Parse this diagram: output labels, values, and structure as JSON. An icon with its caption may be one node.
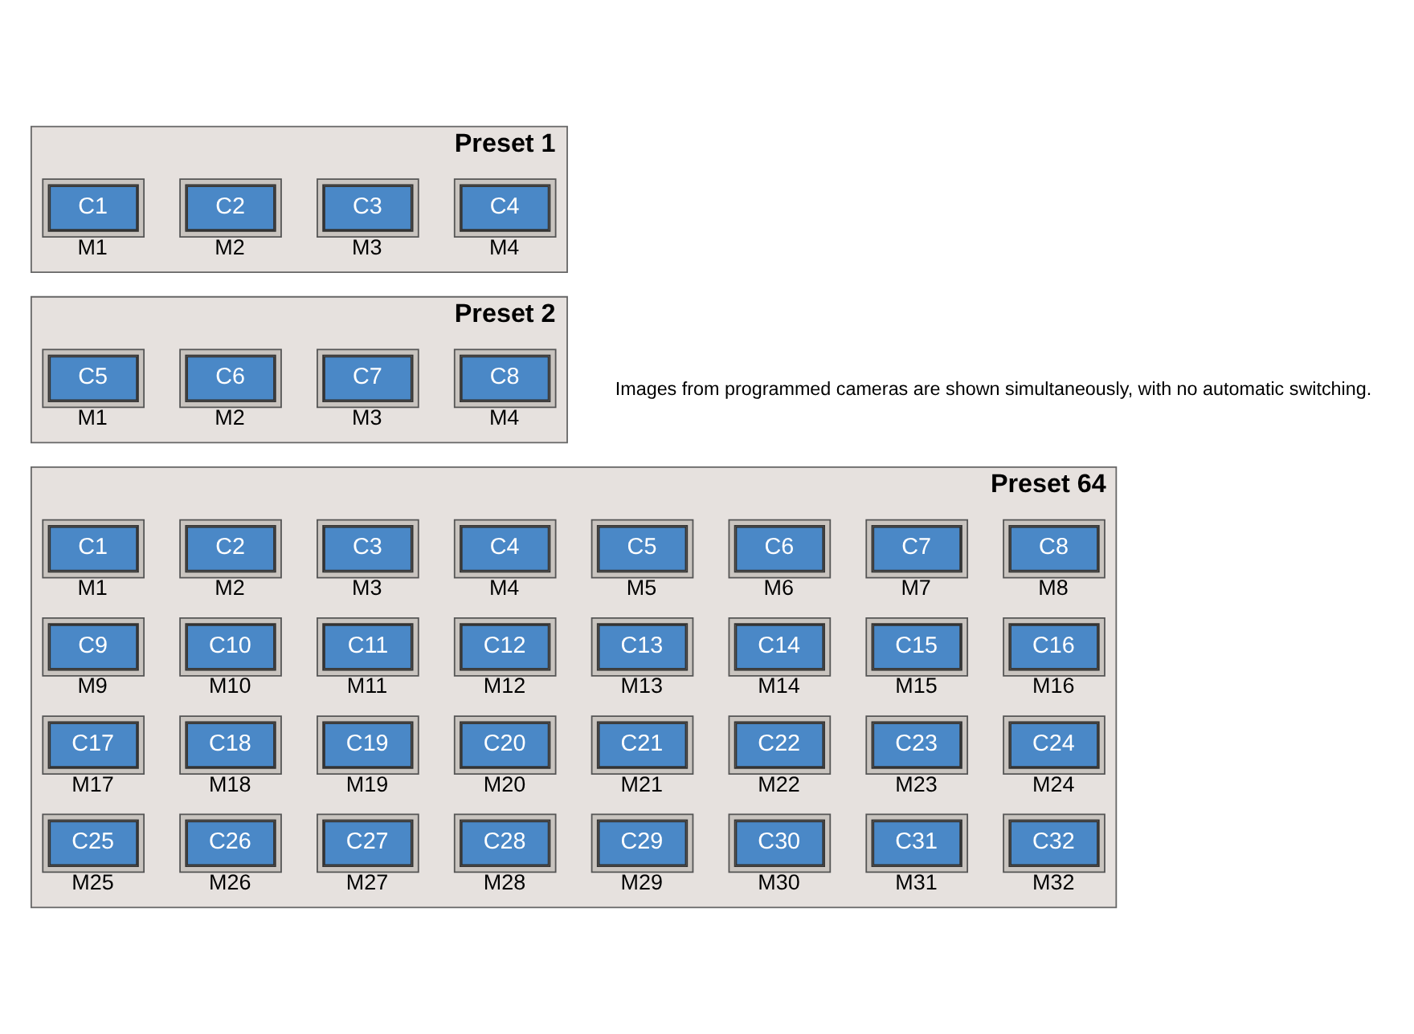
{
  "diagram": {
    "nodes": [
      {
        "text": [
          "Preset 1"
        ]
      },
      {
        "text": [
          "C1"
        ],
        "beside": [
          "M1"
        ],
        "in": 0
      },
      {
        "text": [
          "C2"
        ],
        "beside": [
          "M2"
        ],
        "in": 0
      },
      {
        "text": [
          "C3"
        ],
        "beside": [
          "M3"
        ],
        "in": 0
      },
      {
        "text": [
          "C4"
        ],
        "beside": [
          "M4"
        ],
        "in": 0
      },
      {
        "text": [
          "Preset 2"
        ]
      },
      {
        "text": [
          "C5"
        ],
        "beside": [
          "M1"
        ],
        "in": 5
      },
      {
        "text": [
          "C6"
        ],
        "beside": [
          "M2"
        ],
        "in": 5
      },
      {
        "text": [
          "C7"
        ],
        "beside": [
          "M3"
        ],
        "in": 5
      },
      {
        "text": [
          "C8"
        ],
        "beside": [
          "M4"
        ],
        "in": 5
      },
      {
        "text": [
          "Preset 64"
        ]
      },
      {
        "text": [
          "C1"
        ],
        "beside": [
          "M1"
        ],
        "in": 10
      },
      {
        "text": [
          "C2"
        ],
        "beside": [
          "M2"
        ],
        "in": 10
      },
      {
        "text": [
          "C3"
        ],
        "beside": [
          "M3"
        ],
        "in": 10
      },
      {
        "text": [
          "C4"
        ],
        "beside": [
          "M4"
        ],
        "in": 10
      },
      {
        "text": [
          "C5"
        ],
        "beside": [
          "M5"
        ],
        "in": 10
      },
      {
        "text": [
          "C6"
        ],
        "beside": [
          "M6"
        ],
        "in": 10
      },
      {
        "text": [
          "C7"
        ],
        "beside": [
          "M7"
        ],
        "in": 10
      },
      {
        "text": [
          "C8"
        ],
        "beside": [
          "M8"
        ],
        "in": 10
      },
      {
        "text": [
          "C9"
        ],
        "beside": [
          "M9"
        ],
        "in": 10
      },
      {
        "text": [
          "C10"
        ],
        "beside": [
          "M10"
        ],
        "in": 10
      },
      {
        "text": [
          "C11"
        ],
        "beside": [
          "M11"
        ],
        "in": 10
      },
      {
        "text": [
          "C12"
        ],
        "beside": [
          "M12"
        ],
        "in": 10
      },
      {
        "text": [
          "C13"
        ],
        "beside": [
          "M13"
        ],
        "in": 10
      },
      {
        "text": [
          "C14"
        ],
        "beside": [
          "M14"
        ],
        "in": 10
      },
      {
        "text": [
          "C15"
        ],
        "beside": [
          "M15"
        ],
        "in": 10
      },
      {
        "text": [
          "C16"
        ],
        "beside": [
          "M16"
        ],
        "in": 10
      },
      {
        "text": [
          "C17"
        ],
        "beside": [
          "M17"
        ],
        "in": 10
      },
      {
        "text": [
          "C18"
        ],
        "beside": [
          "M18"
        ],
        "in": 10
      },
      {
        "text": [
          "C19"
        ],
        "beside": [
          "M19"
        ],
        "in": 10
      },
      {
        "text": [
          "C20"
        ],
        "beside": [
          "M20"
        ],
        "in": 10
      },
      {
        "text": [
          "C21"
        ],
        "beside": [
          "M21"
        ],
        "in": 10
      },
      {
        "text": [
          "C22"
        ],
        "beside": [
          "M22"
        ],
        "in": 10
      },
      {
        "text": [
          "C23"
        ],
        "beside": [
          "M23"
        ],
        "in": 10
      },
      {
        "text": [
          "C24"
        ],
        "beside": [
          "M24"
        ],
        "in": 10
      },
      {
        "text": [
          "C25"
        ],
        "beside": [
          "M25"
        ],
        "in": 10
      },
      {
        "text": [
          "C26"
        ],
        "beside": [
          "M26"
        ],
        "in": 10
      },
      {
        "text": [
          "C27"
        ],
        "beside": [
          "M27"
        ],
        "in": 10
      },
      {
        "text": [
          "C28"
        ],
        "beside": [
          "M28"
        ],
        "in": 10
      },
      {
        "text": [
          "C29"
        ],
        "beside": [
          "M29"
        ],
        "in": 10
      },
      {
        "text": [
          "C30"
        ],
        "beside": [
          "M30"
        ],
        "in": 10
      },
      {
        "text": [
          "C31"
        ],
        "beside": [
          "M31"
        ],
        "in": 10
      },
      {
        "text": [
          "C32"
        ],
        "beside": [
          "M32"
        ],
        "in": 10
      }
    ],
    "edges": [],
    "labels": [
      "Images from programmed cameras are shown simultaneously, with no automatic switching."
    ]
  }
}
